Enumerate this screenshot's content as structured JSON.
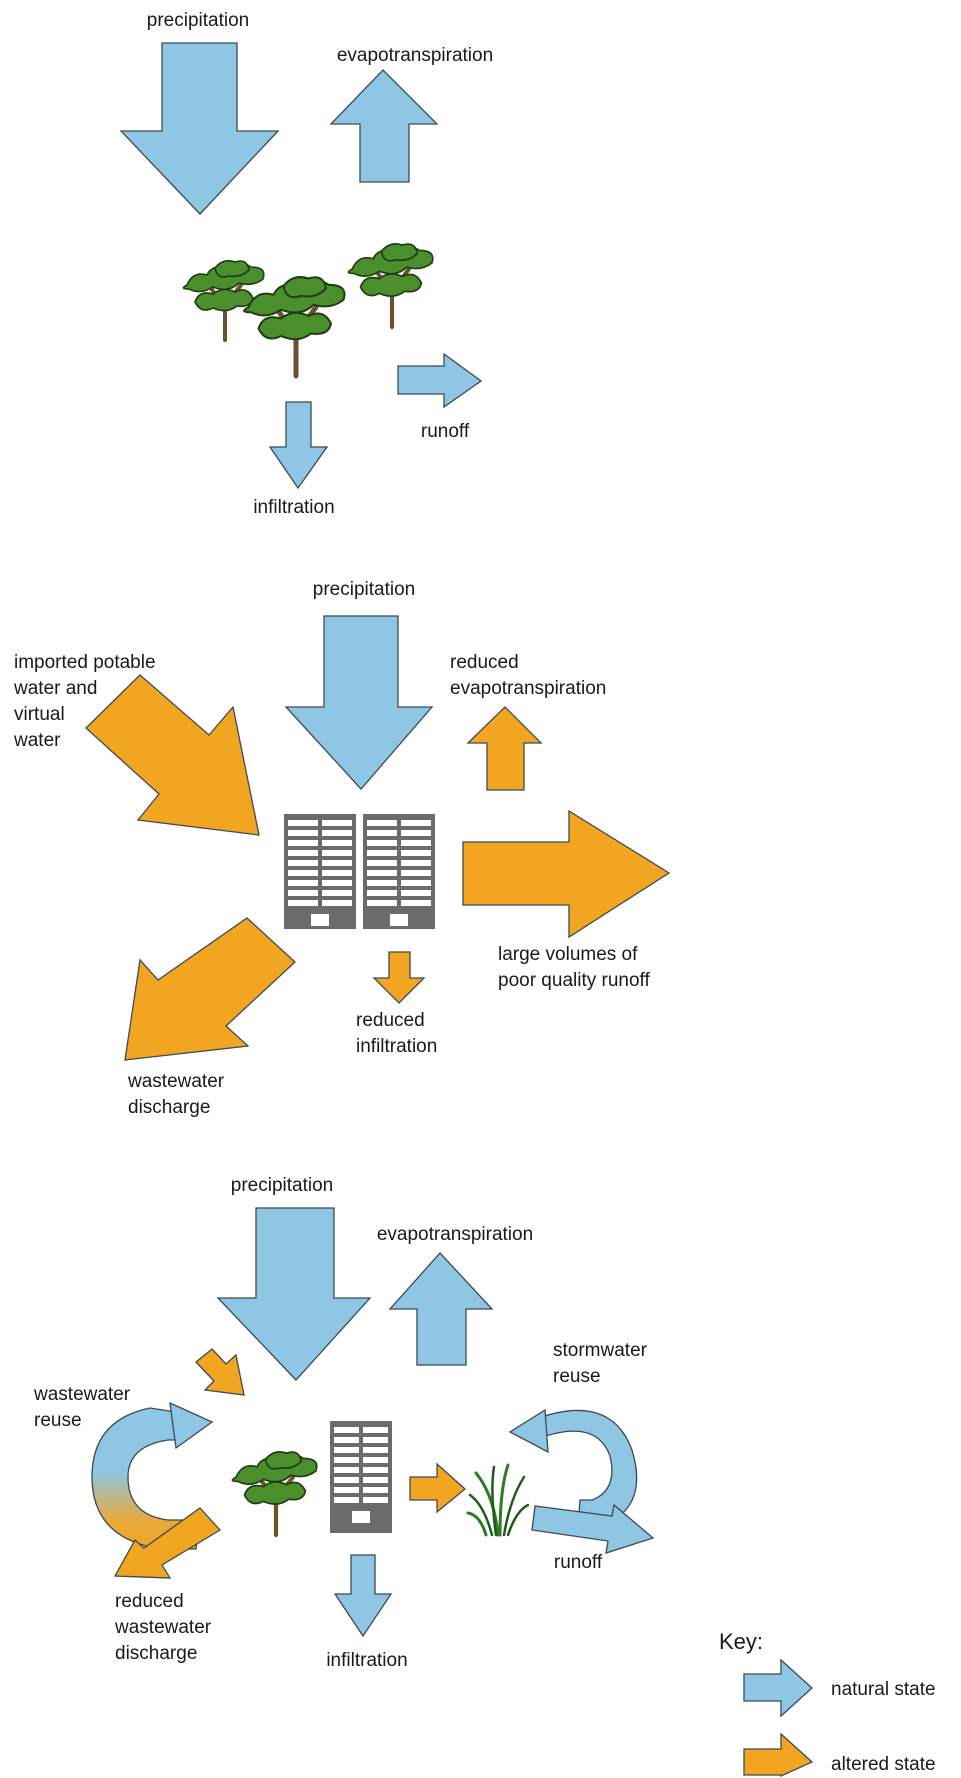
{
  "colors": {
    "natural": "#8ec6e3",
    "altered": "#f2a521",
    "building": "#6b6b6b",
    "tree": "#4a8f2c"
  },
  "icons": [
    "tree-icon",
    "building-icon",
    "grass-icon"
  ],
  "panel_natural": {
    "precipitation": "precipitation",
    "evapotranspiration": "evapotranspiration",
    "runoff": "runoff",
    "infiltration": "infiltration"
  },
  "panel_urban": {
    "precipitation": "precipitation",
    "imported": [
      "imported potable",
      "water and",
      "virtual",
      "water"
    ],
    "reduced_evapotranspiration": [
      "reduced",
      "evapotranspiration"
    ],
    "large_runoff": [
      "large volumes of",
      "poor quality runoff"
    ],
    "reduced_infiltration": [
      "reduced",
      "infiltration"
    ],
    "wastewater_discharge": [
      "wastewater",
      "discharge"
    ]
  },
  "panel_wsud": {
    "precipitation": "precipitation",
    "evapotranspiration": "evapotranspiration",
    "stormwater_reuse": [
      "stormwater",
      "reuse"
    ],
    "wastewater_reuse": [
      "wastewater",
      "reuse"
    ],
    "runoff": "runoff",
    "reduced_wastewater_discharge": [
      "reduced",
      "wastewater",
      "discharge"
    ],
    "infiltration": "infiltration"
  },
  "key": {
    "title": "Key:",
    "natural_state": "natural state",
    "altered_state": "altered state"
  }
}
